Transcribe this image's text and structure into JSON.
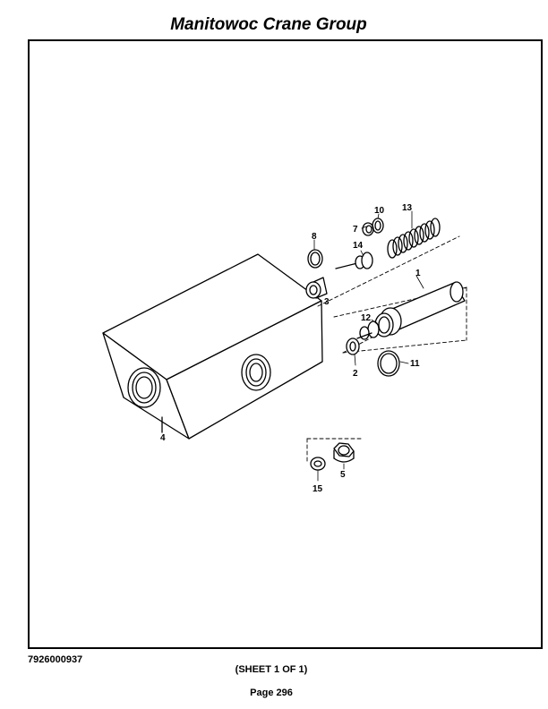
{
  "header": {
    "title": "Manitowoc Crane Group"
  },
  "diagram": {
    "callouts": {
      "c1": "1",
      "c2": "2",
      "c3": "3",
      "c4": "4",
      "c5": "5",
      "c7": "7",
      "c8": "8",
      "c10": "10",
      "c11": "11",
      "c12": "12",
      "c13": "13",
      "c14": "14",
      "c15": "15"
    }
  },
  "footer": {
    "doc_number": "7926000937",
    "sheet": "(SHEET 1 OF 1)",
    "page": "Page 296"
  }
}
